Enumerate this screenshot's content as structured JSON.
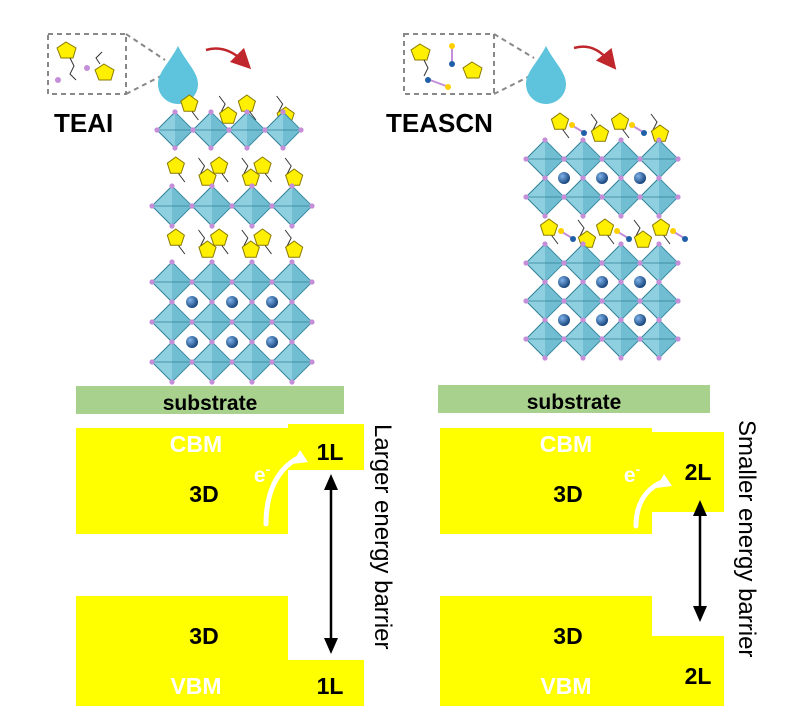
{
  "left_panel": {
    "precursor_label": "TEAI",
    "substrate_label": "substrate",
    "cbm_label": "CBM",
    "vbm_label": "VBM",
    "bulk_label_top": "3D",
    "bulk_label_bottom": "3D",
    "layer_label_top": "1L",
    "layer_label_bottom": "1L",
    "electron_label": "e",
    "electron_sup": "-",
    "barrier_label": "Larger energy barrier"
  },
  "right_panel": {
    "precursor_label": "TEASCN",
    "substrate_label": "substrate",
    "cbm_label": "CBM",
    "vbm_label": "VBM",
    "bulk_label_top": "3D",
    "bulk_label_bottom": "3D",
    "layer_label_top": "2L",
    "layer_label_bottom": "2L",
    "electron_label": "e",
    "electron_sup": "-",
    "barrier_label": "Smaller energy barrier"
  },
  "colors": {
    "octahedron_face": "#8fd0e0",
    "octahedron_edge": "#2e7f97",
    "cation": "#1f5fa8",
    "anion_vertex": "#c48ed8",
    "spacer_ring": "#ffef00",
    "substrate": "#a9d18e",
    "drop": "#5ec3dc",
    "curved_arrow": "#c0272d",
    "band_dark": "#000000",
    "band_red": "#c00000",
    "band_yellow": "#ffff00"
  },
  "icons": {
    "drop": "solution-drop-icon",
    "arrow": "deposition-arrow-icon",
    "molecule": "spacer-molecule-icon"
  }
}
